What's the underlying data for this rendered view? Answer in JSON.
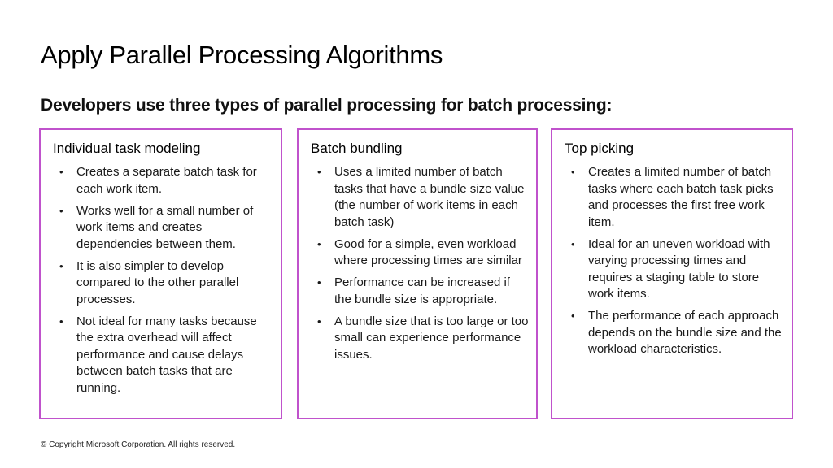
{
  "slide": {
    "title": "Apply Parallel Processing Algorithms",
    "subtitle": "Developers use three types of parallel processing for batch processing:"
  },
  "cards": [
    {
      "heading": "Individual task modeling",
      "bullets": [
        "Creates a separate batch task for each work item.",
        "Works well for a small number of work items and creates dependencies between them.",
        "It is also simpler to develop compared to the other parallel processes.",
        "Not ideal for many tasks because the extra overhead will affect performance and cause delays between batch tasks that are running."
      ]
    },
    {
      "heading": "Batch bundling",
      "bullets": [
        "Uses a limited number of batch tasks that have a bundle size value (the number of work items in each batch task)",
        "Good for a simple, even workload where processing times are similar",
        "Performance can be increased if the bundle size is appropriate.",
        "A bundle size that is too large or too small can experience performance issues."
      ]
    },
    {
      "heading": "Top picking",
      "bullets": [
        "Creates a limited number of batch tasks where each batch task picks and processes the first free work item.",
        "Ideal for an uneven workload with varying processing times and requires a staging table to store work items.",
        "The performance of each approach depends on the bundle size and the workload characteristics."
      ]
    }
  ],
  "bullet_char": "•",
  "footer": {
    "copyright": "© Copyright Microsoft Corporation. All rights reserved."
  },
  "colors": {
    "card_border": "#c052cc",
    "text": "#111111",
    "background": "#ffffff"
  }
}
